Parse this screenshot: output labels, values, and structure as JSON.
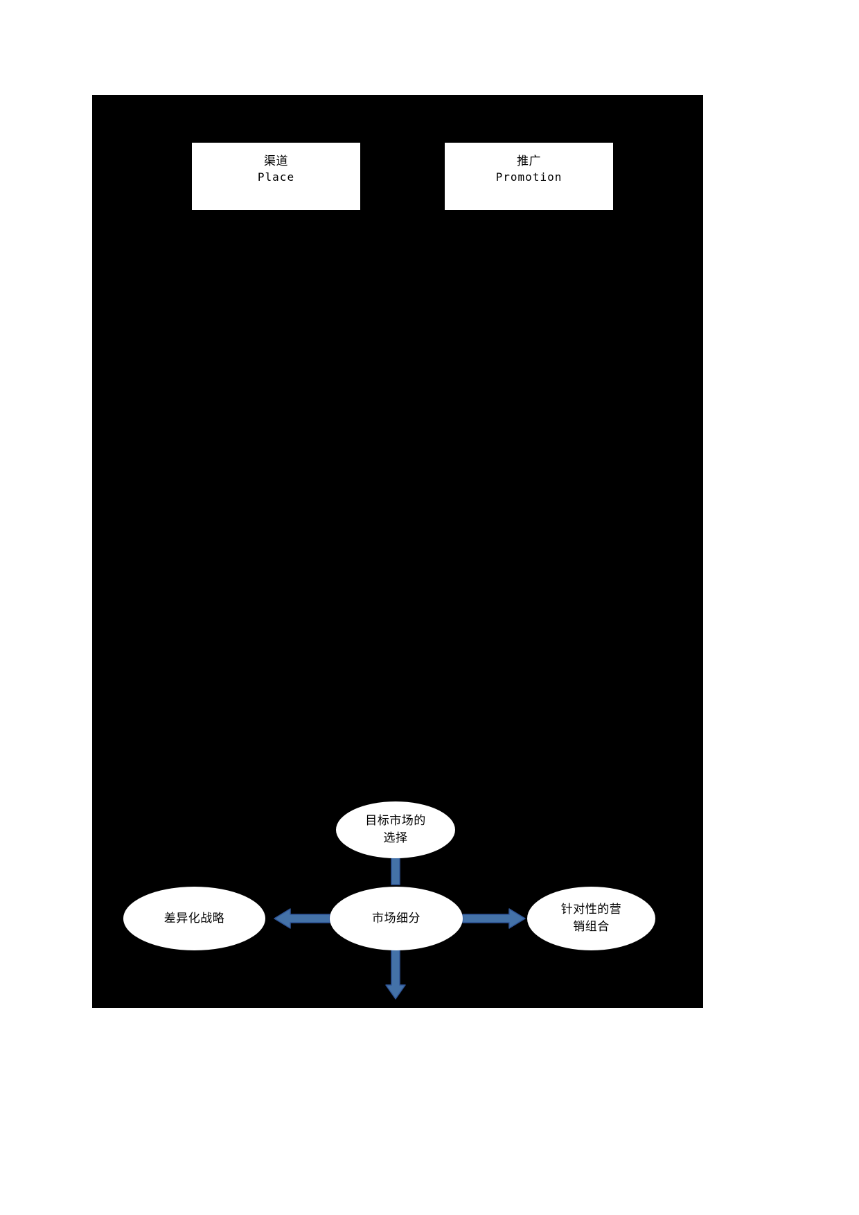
{
  "canvas": {
    "background_color": "#000000",
    "page_background_color": "#ffffff"
  },
  "accent": {
    "arrow_color": "#4472a8",
    "arrow_color_dark": "#2f5597"
  },
  "boxes": [
    {
      "id": "place",
      "cn": "渠道",
      "en": "Place"
    },
    {
      "id": "promotion",
      "cn": "推广",
      "en": "Promotion"
    }
  ],
  "ellipses": [
    {
      "id": "target-market",
      "line1": "目标市场的",
      "line2": "选择",
      "text": "目标市场的选择"
    },
    {
      "id": "differentiation",
      "line1": "差异化战略",
      "line2": "",
      "text": "差异化战略"
    },
    {
      "id": "segmentation",
      "line1": "市场细分",
      "line2": "",
      "text": "市场细分"
    },
    {
      "id": "marketing-mix",
      "line1": "针对性的营",
      "line2": "销组合",
      "text": "针对性的营销组合"
    }
  ],
  "arrows": [
    {
      "id": "up-arrow",
      "direction": "up",
      "from": "市场细分",
      "to": "目标市场的选择"
    },
    {
      "id": "left-arrow",
      "direction": "left",
      "from": "市场细分",
      "to": "差异化战略"
    },
    {
      "id": "right-arrow",
      "direction": "right",
      "from": "市场细分",
      "to": "针对性的营销组合"
    },
    {
      "id": "down-arrow",
      "direction": "down",
      "from": "市场细分",
      "to": ""
    }
  ]
}
